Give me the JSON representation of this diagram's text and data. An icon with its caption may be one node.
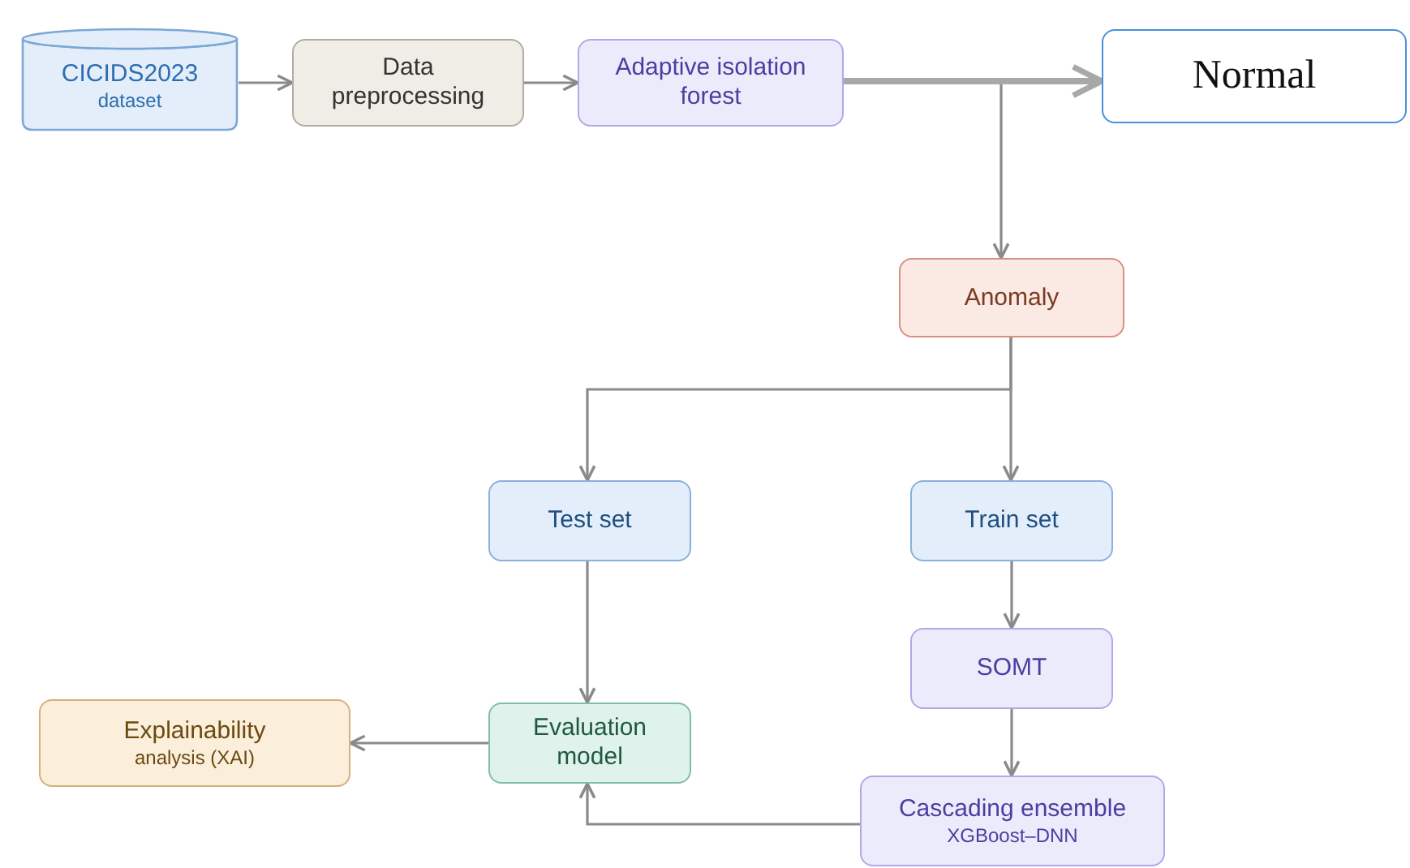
{
  "diagram": {
    "nodes": [
      {
        "text": [
          "CICIDS2023",
          "dataset"
        ]
      },
      {
        "text": [
          "Data preprocessing"
        ]
      },
      {
        "text": [
          "Adaptive isolation forest"
        ]
      },
      {
        "text": [
          "Normal"
        ]
      },
      {
        "text": [
          "Anomaly"
        ]
      },
      {
        "text": [
          "Test set"
        ]
      },
      {
        "text": [
          "Train set"
        ]
      },
      {
        "text": [
          "SOMT"
        ]
      },
      {
        "text": [
          "Evaluation model"
        ]
      },
      {
        "text": [
          "Explainability",
          "analysis (XAI)"
        ]
      },
      {
        "text": [
          "Cascading ensemble",
          "XGBoost–DNN"
        ]
      }
    ],
    "edges": [
      {
        "from": 0,
        "to": 1,
        "arrow": "to"
      },
      {
        "from": 1,
        "to": 2,
        "arrow": "to"
      },
      {
        "from": 2,
        "to": 3,
        "arrow": "to",
        "style": "thick"
      },
      {
        "from": 2,
        "to": 4,
        "arrow": "to"
      },
      {
        "from": 4,
        "to": 5,
        "arrow": "to"
      },
      {
        "from": 4,
        "to": 6,
        "arrow": "to"
      },
      {
        "from": 6,
        "to": 7,
        "arrow": "to"
      },
      {
        "from": 7,
        "to": 10,
        "arrow": "to"
      },
      {
        "from": 5,
        "to": 8,
        "arrow": "to"
      },
      {
        "from": 10,
        "to": 8,
        "arrow": "to"
      },
      {
        "from": 8,
        "to": 9,
        "arrow": "to"
      }
    ]
  }
}
